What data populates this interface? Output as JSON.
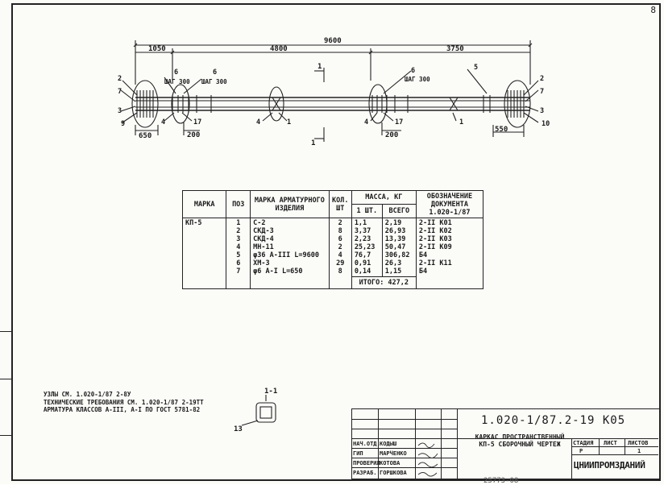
{
  "sheet_number": "8",
  "dimensions": {
    "total": "9600",
    "left_span": "1050",
    "middle_span": "4800",
    "right_span": "3750",
    "left_bottom": "650",
    "step_left": "200",
    "step_mid": "200",
    "right_bottom": "550"
  },
  "callouts": {
    "shag_1": "ШАГ 300",
    "shag_2": "ШАГ 300",
    "shag_3": "ШАГ 300",
    "section_mark": "1"
  },
  "table": {
    "headers": {
      "mark": "МАРКА",
      "pos": "ПОЗ",
      "armature_mark": "МАРКА АРМАТУРНОГО ИЗДЕЛИЯ",
      "qty": "КОЛ. ШТ",
      "mass": "МАССА, КГ",
      "mass_one": "1 ШТ.",
      "mass_all": "ВСЕГО",
      "doc": "ОБОЗНАЧЕНИЕ ДОКУМЕНТА 1.020-1/87"
    },
    "mark": "КП-5",
    "positions": "1\n2\n3\n4\n5\n6\n7",
    "items": "С-2\nСКД-3\nСКД-4\nМН-11\nφ36 А-III L=9600\nХМ-3\nφ6 А-I L=650",
    "qty": "2\n8\n6\n2\n4\n29\n8",
    "mass_one": "1,1\n3,37\n2,23\n25,23\n76,7\n0,91\n0,14",
    "mass_all": "2,19\n26,93\n13,39\n50,47\n306,82\n26,3\n1,15",
    "docs": "2-II К01\n2-II К02\n2-II К03\n2-II К09\nБ4\n2-II К11\nБ4",
    "total": "ИТОГО: 427,2"
  },
  "notes": {
    "line1": "УЗЛЫ СМ. 1.020-1/87 2-8У",
    "line2": "ТЕХНИЧЕСКИЕ ТРЕБОВАНИЯ СМ. 1.020-1/87 2-19ТТ",
    "line3": "АРМАТУРА КЛАССОВ А-III, А-I ПО ГОСТ 5781-82"
  },
  "section": {
    "label": "1-1",
    "callout": "13"
  },
  "title_block": {
    "code": "1.020-1/87.2-19 К05",
    "title": "КАРКАС ПРОСТРАНСТВЕННЫЙ КП-5 СБОРОЧНЫЙ ЧЕРТЕЖ",
    "stage_header": "СТАДИЯ",
    "sheet_header": "ЛИСТ",
    "sheets_header": "ЛИСТОВ",
    "stage": "Р",
    "sheet": "1",
    "org": "ЦНИИПРОМЗДАНИЙ",
    "roles": [
      "НАЧ.ОТД.",
      "ГИП",
      "ПРОВЕРИЛ",
      "РАЗРАБ."
    ],
    "names": [
      "КОДЫШ",
      "МАРЧЕНКО",
      "КОТОВА",
      "ГОРШКОВА"
    ]
  },
  "bottom_code": "25773-08"
}
